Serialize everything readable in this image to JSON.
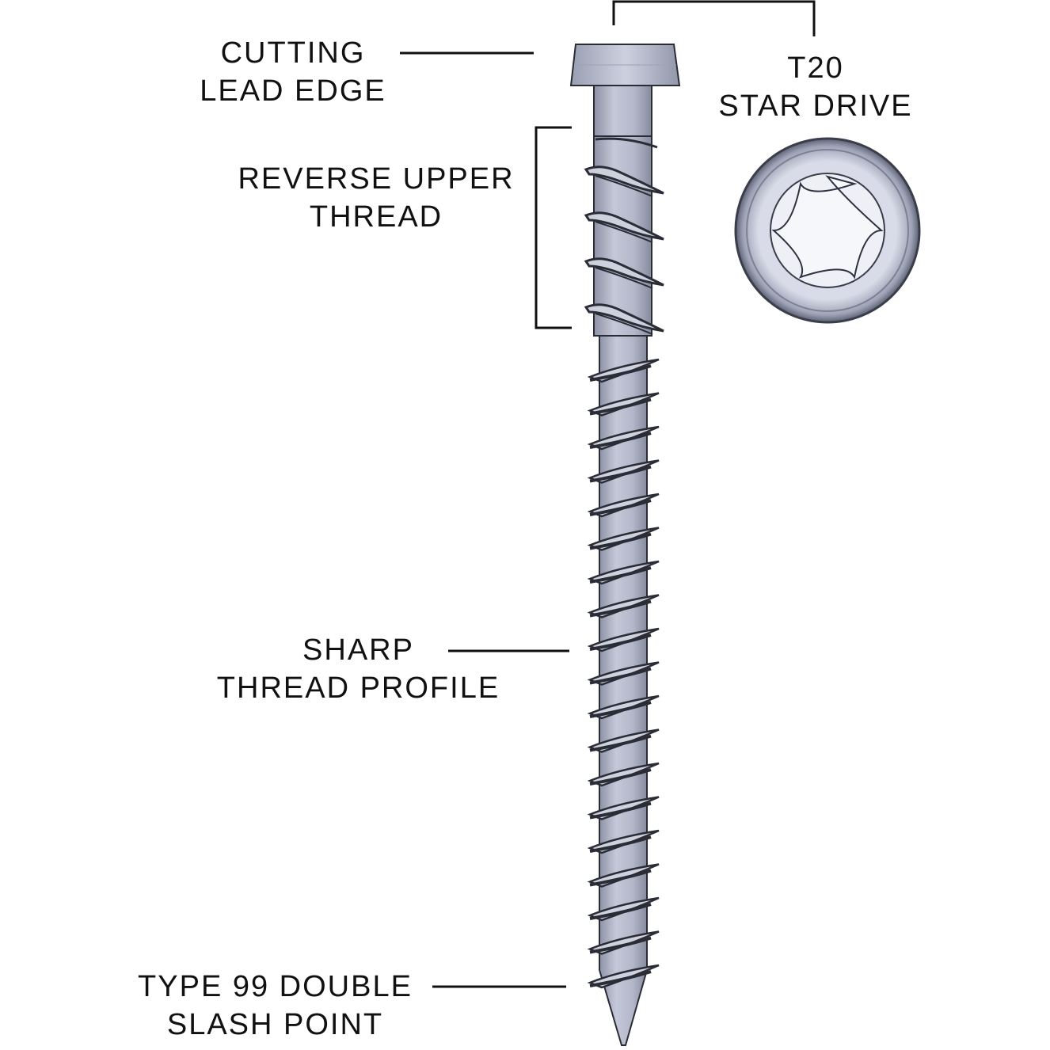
{
  "callouts": {
    "cutting_lead_edge": {
      "line1": "CUTTING",
      "line2": "LEAD EDGE"
    },
    "reverse_upper_thread": {
      "line1": "REVERSE UPPER",
      "line2": "THREAD"
    },
    "star_drive": {
      "line1": "T20",
      "line2": "STAR DRIVE"
    },
    "sharp_thread_profile": {
      "line1": "SHARP",
      "line2": "THREAD PROFILE"
    },
    "slash_point": {
      "line1": "TYPE 99 DOUBLE",
      "line2": "SLASH POINT"
    }
  },
  "colors": {
    "screw_body": "#b9bdcf",
    "screw_shadow": "#7f8396",
    "thread_dark": "#2b2d36",
    "outline": "#1a1a1a",
    "leader_line": "#111111"
  }
}
